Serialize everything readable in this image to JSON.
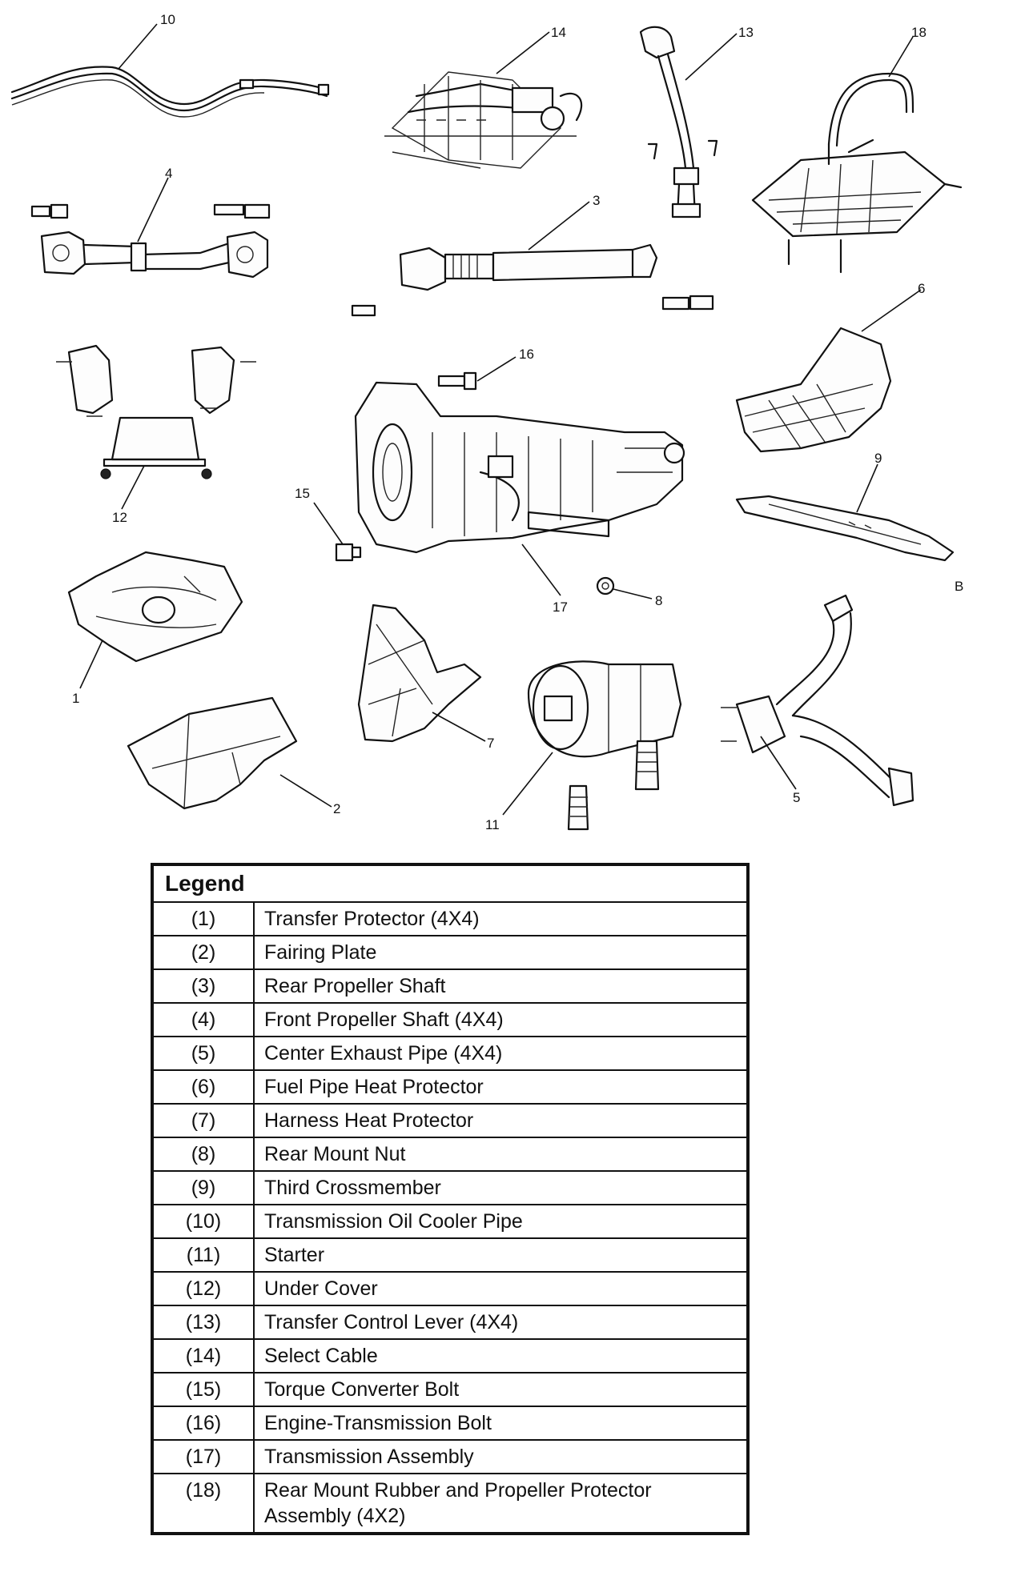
{
  "callouts": {
    "c1": "1",
    "c2": "2",
    "c3": "3",
    "c4": "4",
    "c5": "5",
    "c6": "6",
    "c7": "7",
    "c8": "8",
    "c9": "9",
    "c10": "10",
    "c11": "11",
    "c12": "12",
    "c13": "13",
    "c14": "14",
    "c15": "15",
    "c16": "16",
    "c17": "17",
    "c18": "18",
    "extra_b": "B"
  },
  "legend": {
    "title": "Legend",
    "items": [
      {
        "num": "(1)",
        "label": "Transfer Protector (4X4)"
      },
      {
        "num": "(2)",
        "label": "Fairing Plate"
      },
      {
        "num": "(3)",
        "label": "Rear Propeller Shaft"
      },
      {
        "num": "(4)",
        "label": "Front Propeller Shaft (4X4)"
      },
      {
        "num": "(5)",
        "label": "Center Exhaust Pipe (4X4)"
      },
      {
        "num": "(6)",
        "label": "Fuel Pipe Heat Protector"
      },
      {
        "num": "(7)",
        "label": "Harness Heat Protector"
      },
      {
        "num": "(8)",
        "label": "Rear Mount Nut"
      },
      {
        "num": "(9)",
        "label": "Third Crossmember"
      },
      {
        "num": "(10)",
        "label": "Transmission Oil Cooler Pipe"
      },
      {
        "num": "(11)",
        "label": "Starter"
      },
      {
        "num": "(12)",
        "label": "Under Cover"
      },
      {
        "num": "(13)",
        "label": "Transfer Control Lever (4X4)"
      },
      {
        "num": "(14)",
        "label": "Select Cable"
      },
      {
        "num": "(15)",
        "label": "Torque Converter Bolt"
      },
      {
        "num": "(16)",
        "label": "Engine-Transmission Bolt"
      },
      {
        "num": "(17)",
        "label": "Transmission Assembly"
      },
      {
        "num": "(18)",
        "label": "Rear Mount Rubber and Propeller Protector Assembly (4X2)"
      }
    ]
  }
}
